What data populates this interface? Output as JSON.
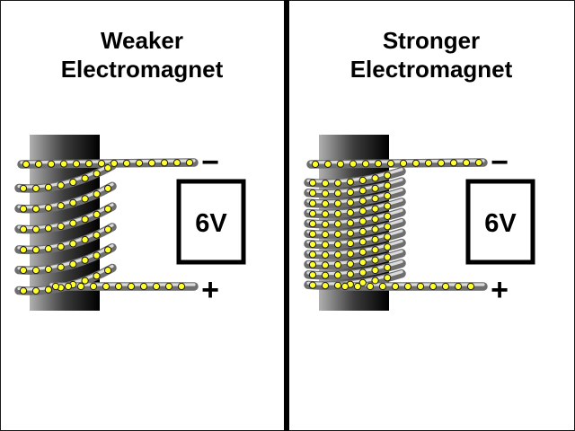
{
  "panels": [
    {
      "id": "weaker",
      "title_line1": "Weaker",
      "title_line2": "Electromagnet",
      "coil_turns": 6,
      "battery_label": "6V",
      "negative_label": "−",
      "positive_label": "+"
    },
    {
      "id": "stronger",
      "title_line1": "Stronger",
      "title_line2": "Electromagnet",
      "coil_turns": 11,
      "battery_label": "6V",
      "negative_label": "−",
      "positive_label": "+"
    }
  ],
  "colors": {
    "background": "#ffffff",
    "divider": "#000000",
    "core_light": "#b0b0b0",
    "core_mid": "#3c3c3c",
    "core_dark": "#000000",
    "wire_dark": "#6e6e6e",
    "wire_light": "#dcdcdc",
    "dot_fill": "#ffff2a",
    "dot_stroke": "#1a1a1a",
    "battery_border": "#000000",
    "text": "#000000"
  }
}
